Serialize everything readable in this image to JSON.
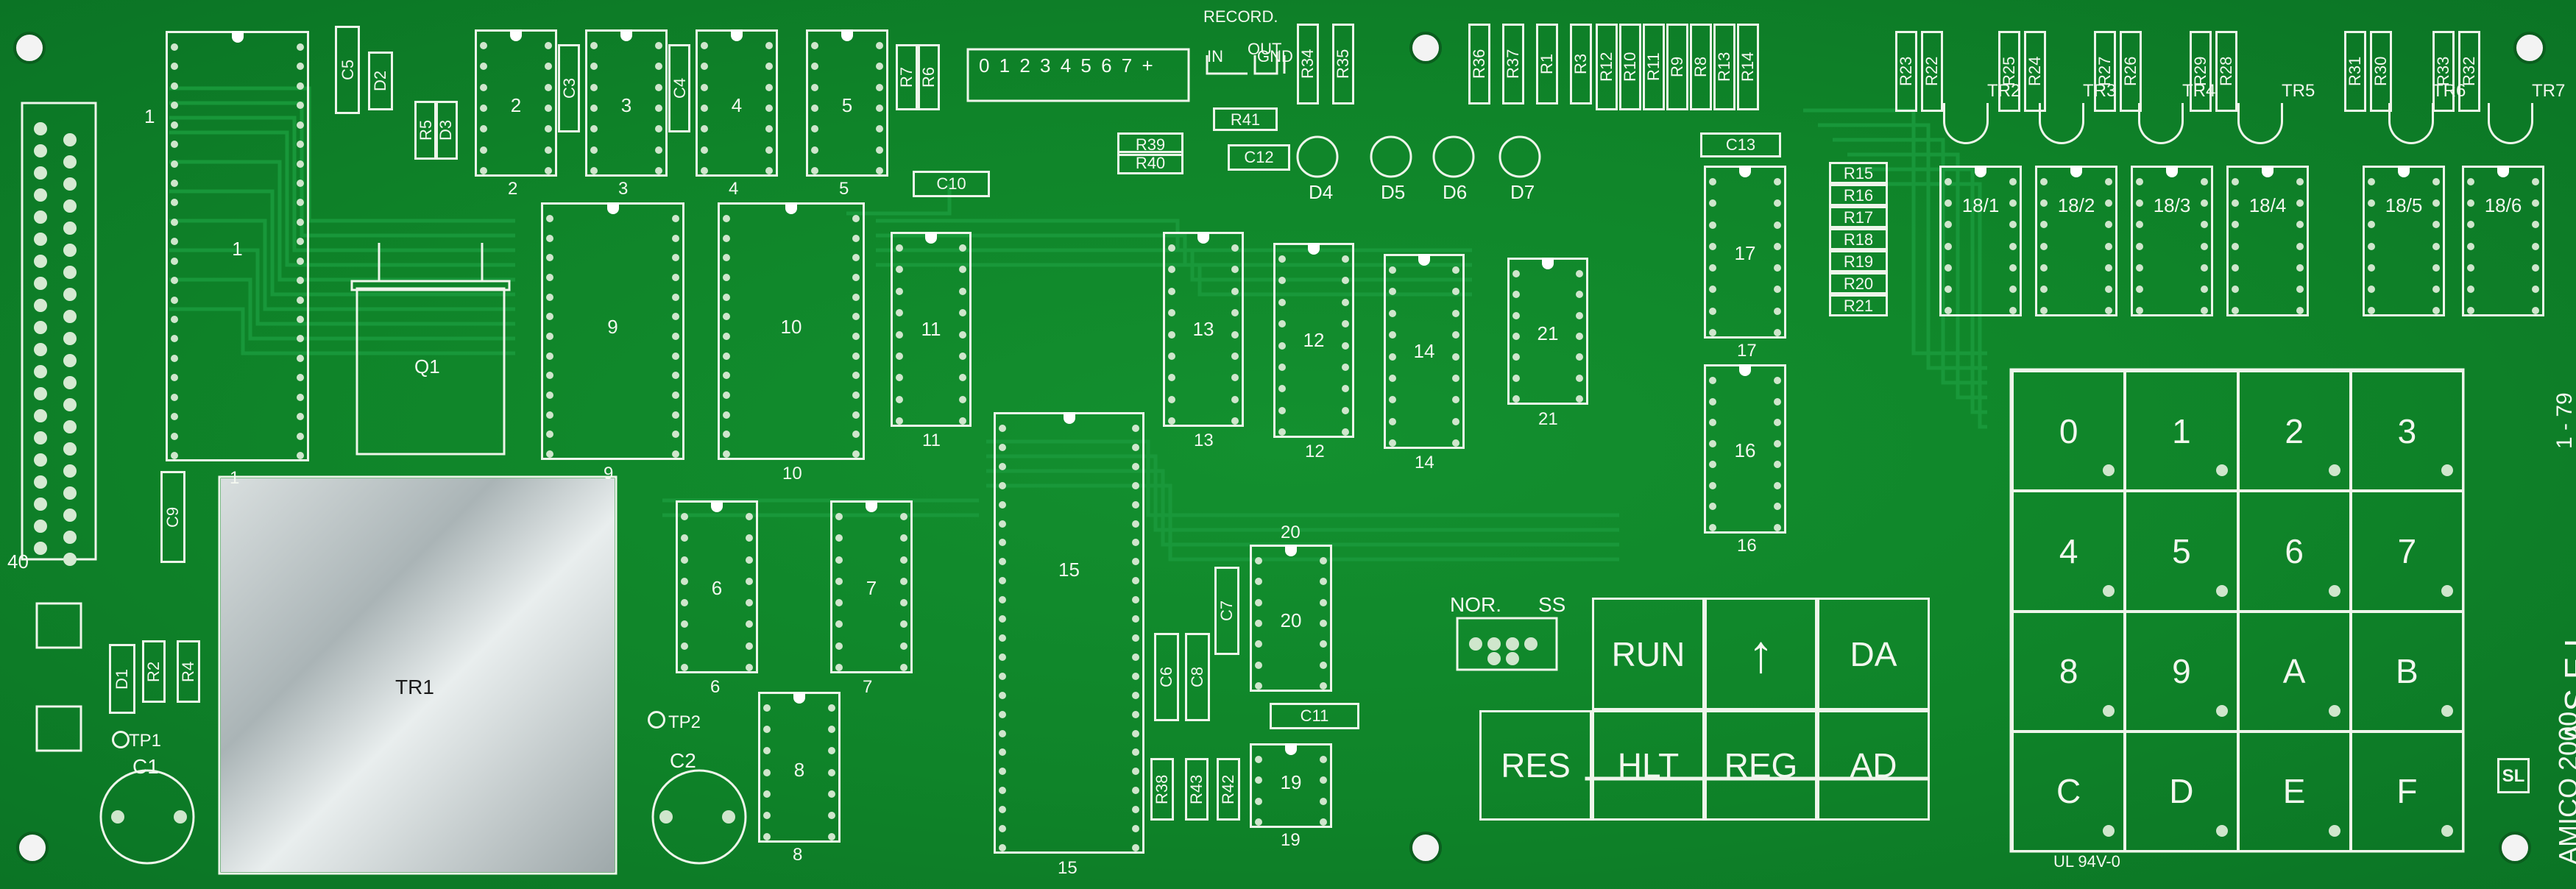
{
  "board": {
    "brand": "A.S.E.L.",
    "model": "AMICO 2000",
    "cert": "UL 94V-0",
    "revision": "1 - 79",
    "logo_text": "SL",
    "colors": {
      "solder_mask": "#0f8429",
      "silkscreen": "#f4f8f0",
      "heatsink": "#b8c1c3"
    }
  },
  "connector": {
    "pin_first": "1",
    "pin_last": "40"
  },
  "record_header": {
    "title": "RECORD.",
    "in_label": "IN",
    "out_label": "OUT",
    "gnd_label": "GND",
    "digits": "0 1 2 3 4 5 6 7 +"
  },
  "switch": {
    "nor_label": "NOR.",
    "ss_label": "SS"
  },
  "ics": [
    {
      "id": "ic1",
      "label": "1",
      "foot": "1"
    },
    {
      "id": "ic2",
      "label": "2",
      "foot": "2"
    },
    {
      "id": "ic3",
      "label": "3",
      "foot": "3"
    },
    {
      "id": "ic4",
      "label": "4",
      "foot": "4"
    },
    {
      "id": "ic5",
      "label": "5",
      "foot": "5"
    },
    {
      "id": "ic9",
      "label": "9",
      "foot": "9"
    },
    {
      "id": "ic10",
      "label": "10",
      "foot": "10"
    },
    {
      "id": "ic11",
      "label": "11",
      "foot": "11"
    },
    {
      "id": "ic13",
      "label": "13",
      "foot": "13"
    },
    {
      "id": "ic12",
      "label": "12",
      "foot": "12"
    },
    {
      "id": "ic14",
      "label": "14",
      "foot": "14"
    },
    {
      "id": "ic21",
      "label": "21",
      "foot": "21"
    },
    {
      "id": "ic17",
      "label": "17",
      "foot": "17"
    },
    {
      "id": "ic16",
      "label": "16",
      "foot": "16"
    },
    {
      "id": "ic15",
      "label": "15",
      "foot": "15"
    },
    {
      "id": "ic6",
      "label": "6",
      "foot": "6"
    },
    {
      "id": "ic7",
      "label": "7",
      "foot": "7"
    },
    {
      "id": "ic8",
      "label": "8",
      "foot": "8"
    },
    {
      "id": "ic20",
      "label": "20",
      "foot": "20"
    },
    {
      "id": "ic19",
      "label": "19",
      "foot": "19"
    }
  ],
  "sockets_18": [
    "18/1",
    "18/2",
    "18/3",
    "18/4",
    "18/5",
    "18/6"
  ],
  "resistors": {
    "r_top_a": [
      "R7",
      "R6"
    ],
    "r_top_b": [
      "R34",
      "R35"
    ],
    "r_top_c": [
      "R36",
      "R37",
      "R1",
      "R3"
    ],
    "r_top_d": [
      "R12",
      "R10",
      "R11",
      "R9",
      "R8",
      "R13",
      "R14"
    ],
    "r_right_stack": [
      "R15",
      "R16",
      "R17",
      "R18",
      "R19",
      "R20",
      "R21"
    ],
    "r_tr": [
      "R23",
      "R22",
      "R25",
      "R24",
      "R27",
      "R26",
      "R29",
      "R28",
      "R31",
      "R30",
      "R33",
      "R32"
    ],
    "r39": "R39",
    "r40": "R40",
    "r41": "R41",
    "r5": "R5",
    "r2": "R2",
    "r4": "R4",
    "r38": "R38",
    "r43": "R43",
    "r42": "R42"
  },
  "capacitors": {
    "c5": "C5",
    "c3": "C3",
    "c4": "C4",
    "c10": "C10",
    "c12": "C12",
    "c13": "C13",
    "c9": "C9",
    "c7": "C7",
    "c6": "C6",
    "c8": "C8",
    "c11": "C11",
    "c1": "C1",
    "c2": "C2"
  },
  "diodes": {
    "d1": "D1",
    "d2": "D2",
    "d3": "D3",
    "d4": "D4",
    "d5": "D5",
    "d6": "D6",
    "d7": "D7"
  },
  "transistors": [
    "TR2",
    "TR3",
    "TR4",
    "TR5",
    "TR6",
    "TR7"
  ],
  "power": {
    "tr1": "TR1",
    "q1": "Q1",
    "tp1": "TP1",
    "tp2": "TP2"
  },
  "keypad_hex": [
    "0",
    "1",
    "2",
    "3",
    "4",
    "5",
    "6",
    "7",
    "8",
    "9",
    "A",
    "B",
    "C",
    "D",
    "E",
    "F"
  ],
  "keypad_cmd": [
    "RUN",
    "↑",
    "DA",
    "RES",
    "HLT",
    "REG",
    "AD"
  ]
}
